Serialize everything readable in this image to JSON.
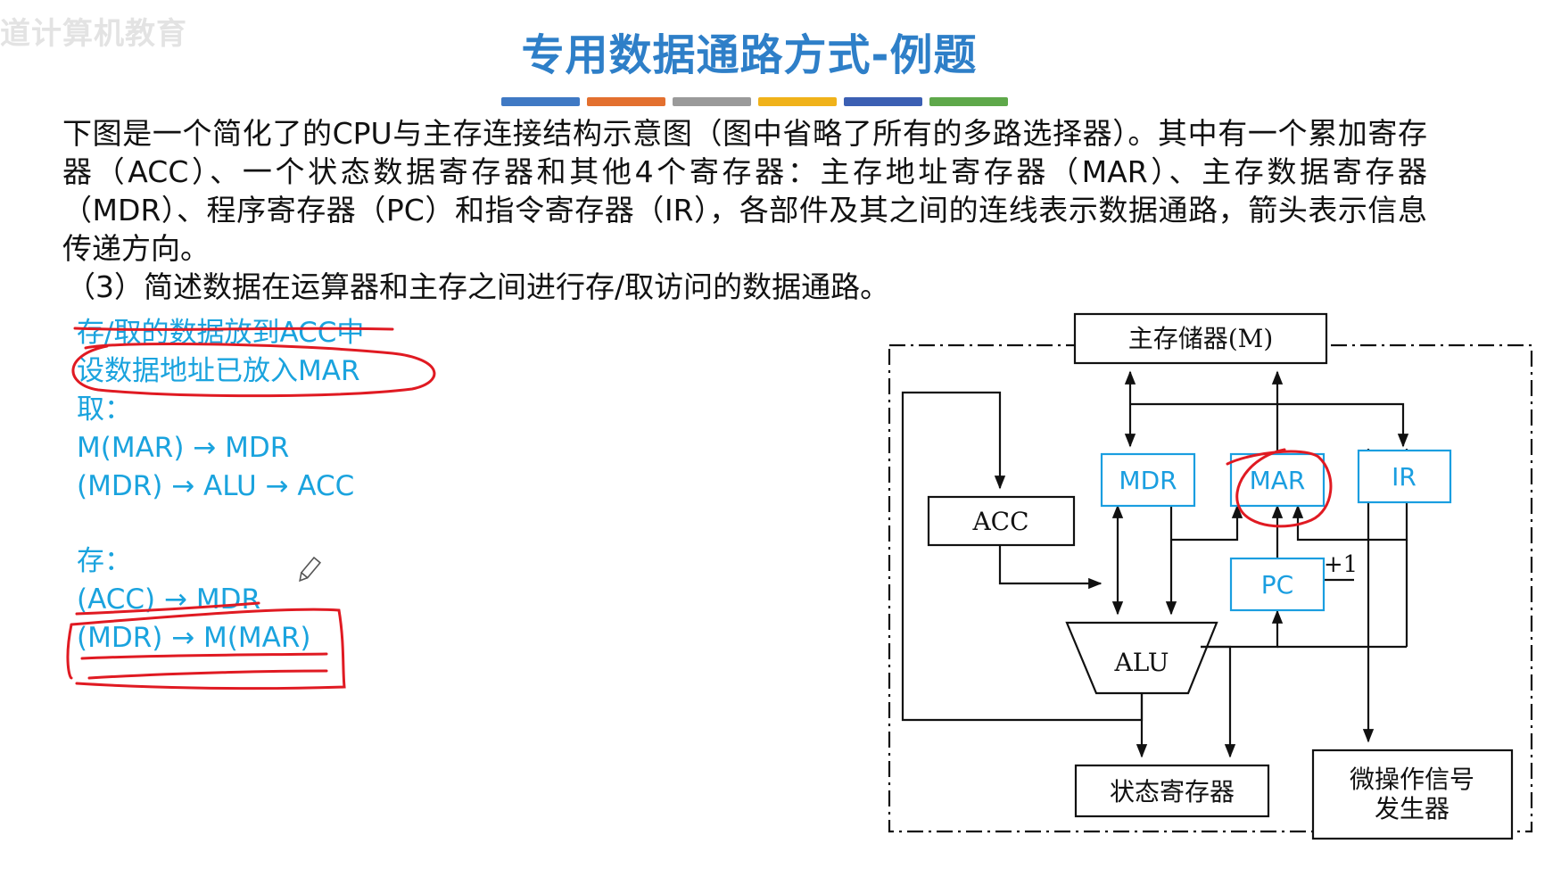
{
  "watermark": "道计算机教育",
  "title": "专用数据通路方式-例题",
  "color_bars": [
    "#3f79c4",
    "#e3702f",
    "#9a9a9a",
    "#f0b21a",
    "#3b5fb3",
    "#5ea84a"
  ],
  "question": {
    "paragraph": "下图是一个简化了的CPU与主存连接结构示意图（图中省略了所有的多路选择器）。其中有一个累加寄存器（ACC）、一个状态数据寄存器和其他4个寄存器：主存地址寄存器（MAR）、主存数据寄存器（MDR）、程序寄存器（PC）和指令寄存器（IR），各部件及其之间的连线表示数据通路，箭头表示信息传递方向。",
    "sub": "（3）简述数据在运算器和主存之间进行存/取访问的数据通路。"
  },
  "answer": {
    "line1": "存/取的数据放到ACC中",
    "line2": "设数据地址已放入MAR",
    "fetch_label": "取：",
    "fetch_step1": "M(MAR) → MDR",
    "fetch_step2": "(MDR) → ALU → ACC",
    "store_label": "存：",
    "store_step1": "(ACC) → MDR",
    "store_step2": "(MDR) → M(MAR)"
  },
  "diagram": {
    "memory": "主存储器(M)",
    "mdr": "MDR",
    "mar": "MAR",
    "ir": "IR",
    "acc": "ACC",
    "pc": "PC",
    "plus_one": "+1",
    "alu": "ALU",
    "status_reg": "状态寄存器",
    "micro_line1": "微操作信号",
    "micro_line2": "发生器"
  },
  "colors": {
    "title": "#2e7fc8",
    "answer_text": "#1aa3de",
    "register_blue": "#1a9ee0",
    "annotation_red": "#e01a22",
    "diagram_line": "#111111"
  }
}
